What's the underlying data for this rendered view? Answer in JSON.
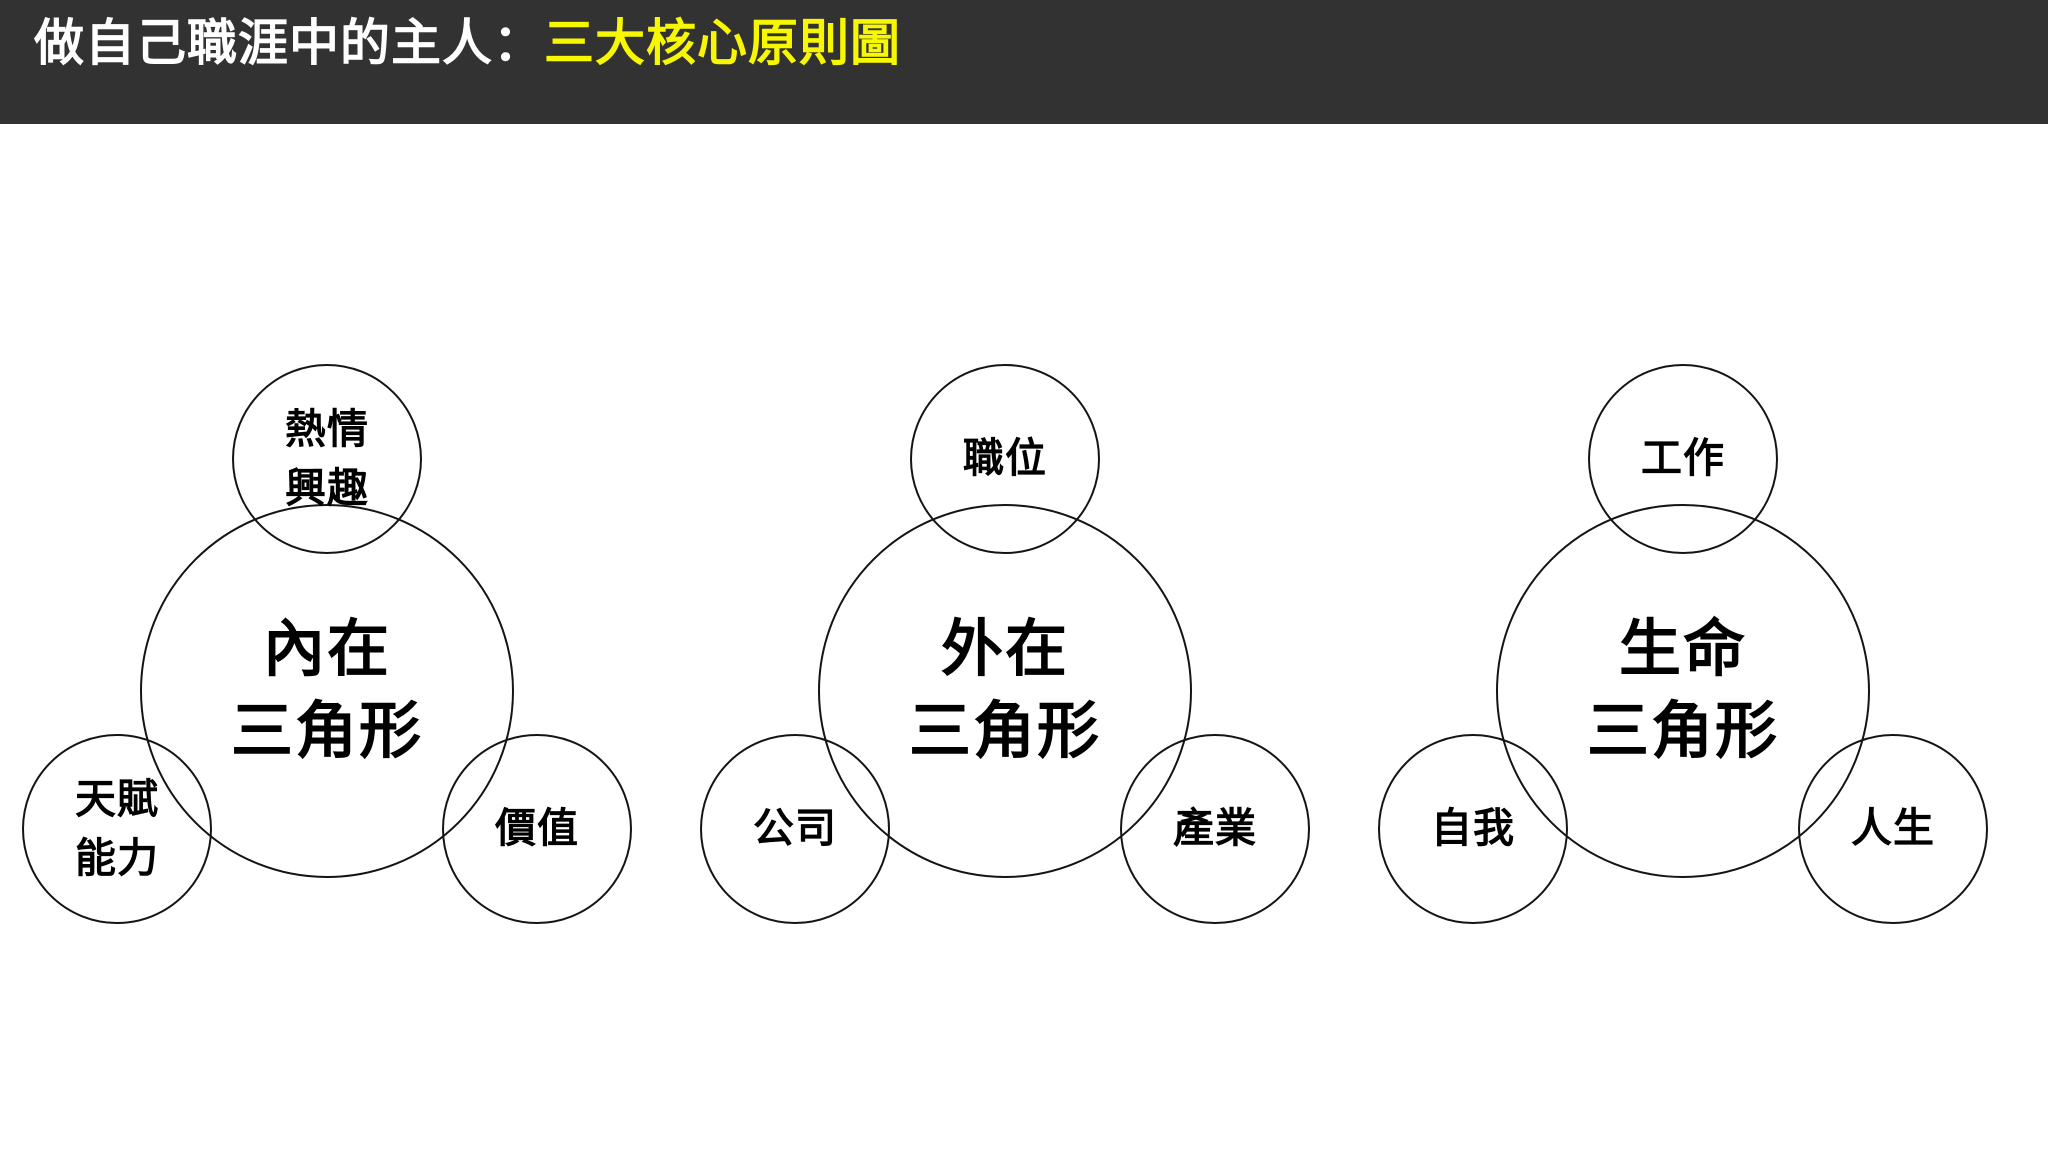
{
  "header": {
    "title_plain": "做自己職涯中的主人：",
    "title_highlight": "三大核心原則圖",
    "background_color": "#333232",
    "plain_color": "#ffffff",
    "highlight_color": "#f7f700"
  },
  "diagram": {
    "type": "three-circle-venn-triads",
    "stroke_color": "#141414",
    "text_color": "#000000",
    "groups": [
      {
        "id": "inner-triangle",
        "center_line1": "內在",
        "center_line2": "三角形",
        "top_line1": "熱情",
        "top_line2": "興趣",
        "left_line1": "天賦",
        "left_line2": "能力",
        "right_line1": "價值",
        "right_line2": ""
      },
      {
        "id": "external-triangle",
        "center_line1": "外在",
        "center_line2": "三角形",
        "top_line1": "職位",
        "top_line2": "",
        "left_line1": "公司",
        "left_line2": "",
        "right_line1": "產業",
        "right_line2": ""
      },
      {
        "id": "life-triangle",
        "center_line1": "生命",
        "center_line2": "三角形",
        "top_line1": "工作",
        "top_line2": "",
        "left_line1": "自我",
        "left_line2": "",
        "right_line1": "人生",
        "right_line2": ""
      }
    ]
  }
}
